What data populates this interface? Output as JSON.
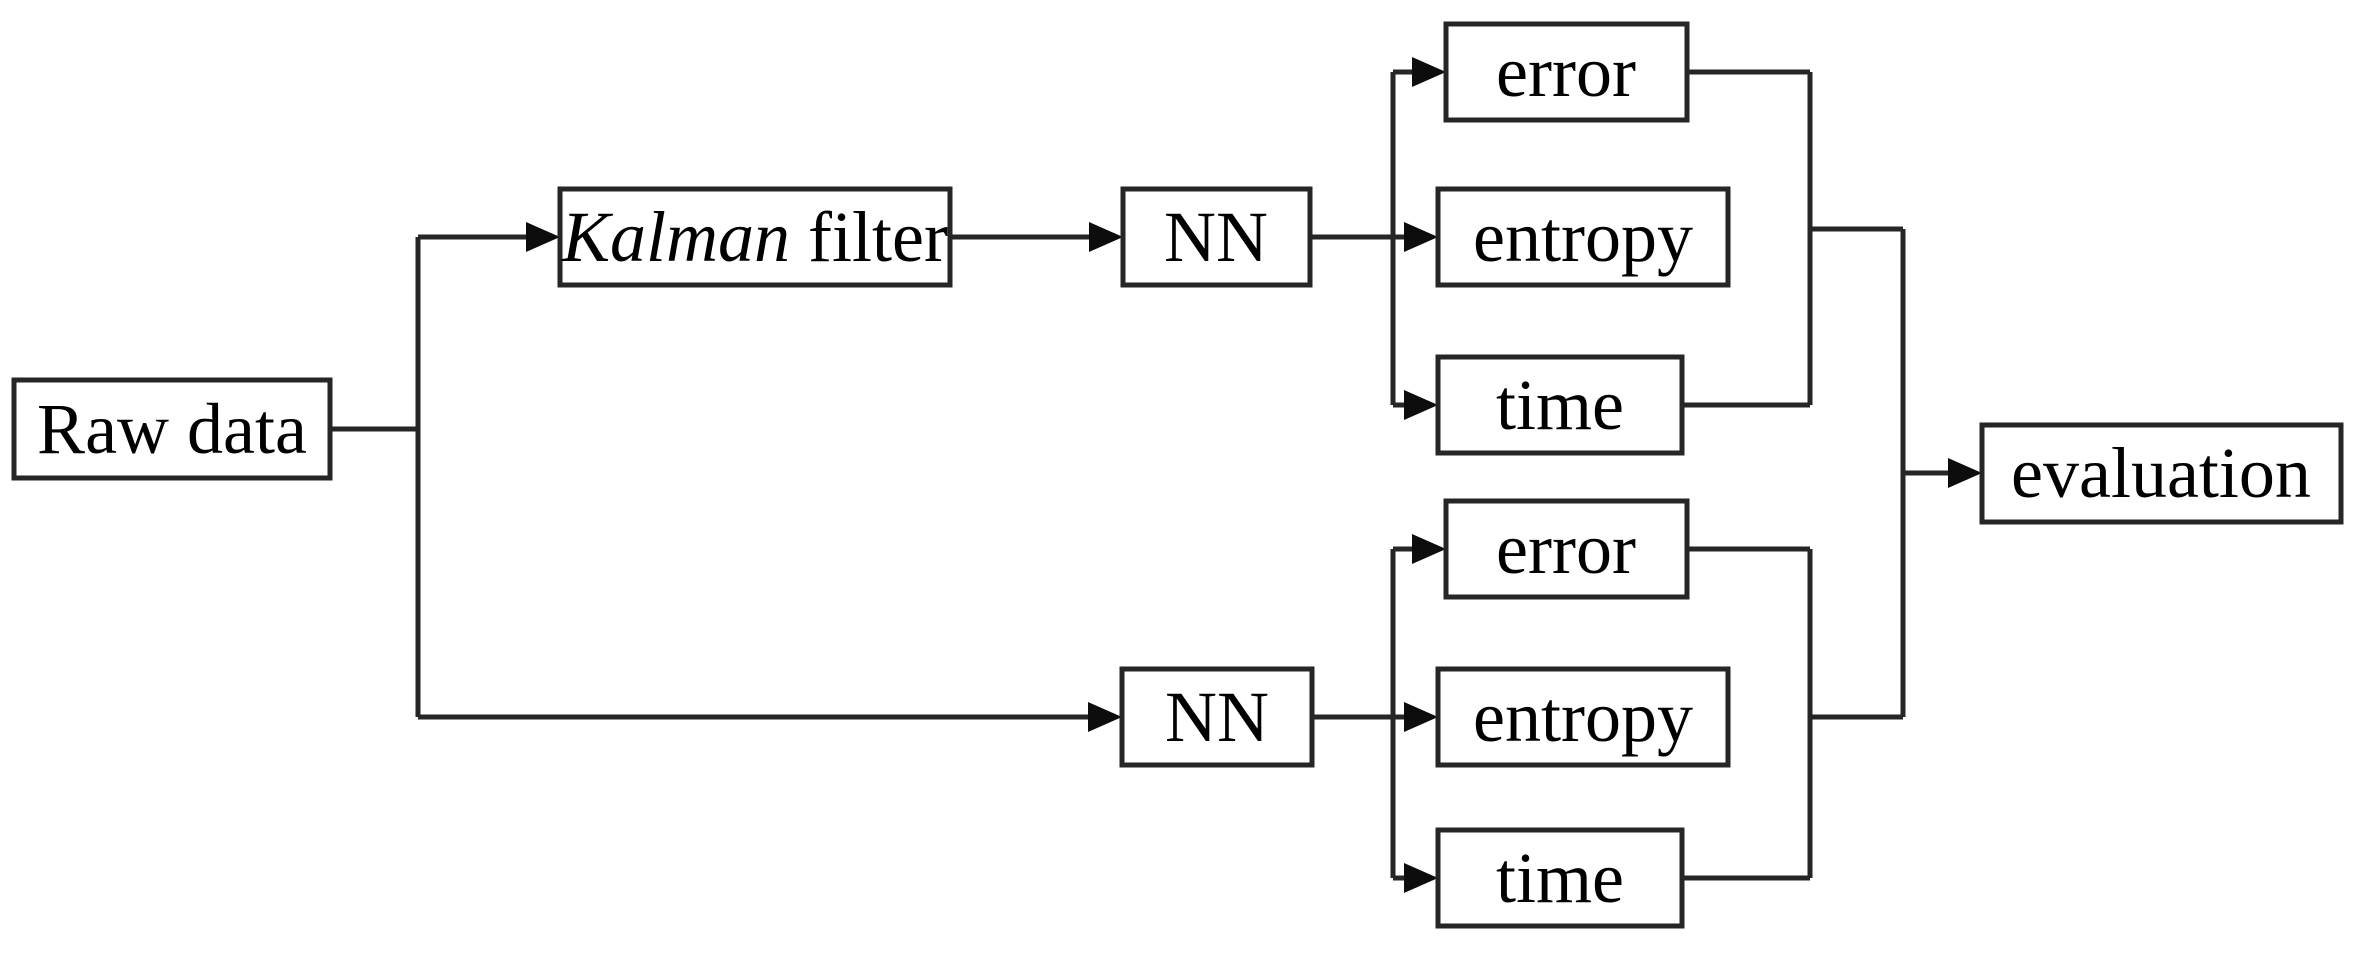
{
  "diagram": {
    "title": "Raw data evaluation flowchart",
    "background_color": "#ffffff",
    "line_color": "#262626",
    "text_color": "#000000",
    "nodes": {
      "raw_data": {
        "label": "Raw data"
      },
      "kalman": {
        "label_italic": "Kalman",
        "label_rest": " filter"
      },
      "nn_top": {
        "label": "NN"
      },
      "error_top": {
        "label": "error"
      },
      "entropy_top": {
        "label": "entropy"
      },
      "time_top": {
        "label": "time"
      },
      "nn_bottom": {
        "label": "NN"
      },
      "error_bottom": {
        "label": "error"
      },
      "entropy_bottom": {
        "label": "entropy"
      },
      "time_bottom": {
        "label": "time"
      },
      "evaluation": {
        "label": "evaluation"
      }
    },
    "edges": [
      {
        "from": "raw_data",
        "to": "kalman"
      },
      {
        "from": "raw_data",
        "to": "nn_bottom"
      },
      {
        "from": "kalman",
        "to": "nn_top"
      },
      {
        "from": "nn_top",
        "to": "error_top"
      },
      {
        "from": "nn_top",
        "to": "entropy_top"
      },
      {
        "from": "nn_top",
        "to": "time_top"
      },
      {
        "from": "error_top",
        "to": "evaluation"
      },
      {
        "from": "time_top",
        "to": "evaluation"
      },
      {
        "from": "nn_bottom",
        "to": "error_bottom"
      },
      {
        "from": "nn_bottom",
        "to": "entropy_bottom"
      },
      {
        "from": "nn_bottom",
        "to": "time_bottom"
      },
      {
        "from": "error_bottom",
        "to": "evaluation"
      },
      {
        "from": "time_bottom",
        "to": "evaluation"
      }
    ]
  }
}
